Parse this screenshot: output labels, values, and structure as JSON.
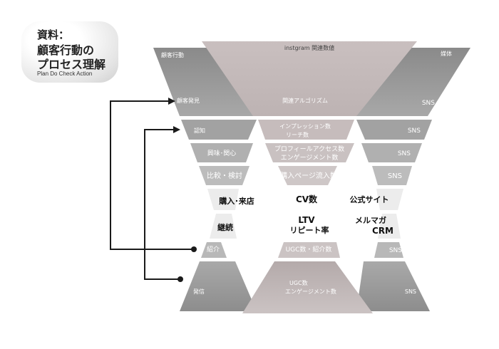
{
  "badge": {
    "line1": "資料：",
    "line2": "顧客行動の",
    "line3": "プロセス理解",
    "subtitle": "Plan Do Check Action"
  },
  "headers": {
    "left": "顧客行動",
    "center": "instgram 関連数値",
    "right": "媒体"
  },
  "rows": [
    {
      "behavior": "顧客発見",
      "metric": [
        "関連アルゴリズム"
      ],
      "media": [
        "SNS"
      ]
    },
    {
      "behavior": "認知",
      "metric": [
        "インプレッション数",
        "リーチ数"
      ],
      "media": [
        "SNS"
      ]
    },
    {
      "behavior": "興味･関心",
      "metric": [
        "プロフィールアクセス数",
        "エンゲージメント数"
      ],
      "media": [
        "SNS"
      ]
    },
    {
      "behavior": "比較・検討",
      "metric": [
        "購入ページ流入数"
      ],
      "media": [
        "SNS"
      ]
    },
    {
      "behavior": "購入･来店",
      "metric": [
        "CV数"
      ],
      "media": [
        "公式サイト"
      ]
    },
    {
      "behavior": "継続",
      "metric": [
        "LTV",
        "リピート率"
      ],
      "media": [
        "メルマガ",
        "CRM"
      ]
    },
    {
      "behavior": "紹介",
      "metric": [
        "UGC数・紹介数"
      ],
      "media": [
        "SNS"
      ]
    },
    {
      "behavior": "発信",
      "metric": [
        "UGC数",
        "エンゲージメント数"
      ],
      "media": [
        "SNS"
      ]
    }
  ],
  "colors": {
    "column": "#8e8e8e",
    "center": "#c6bcbc",
    "arrow": "#1a1a1a"
  }
}
